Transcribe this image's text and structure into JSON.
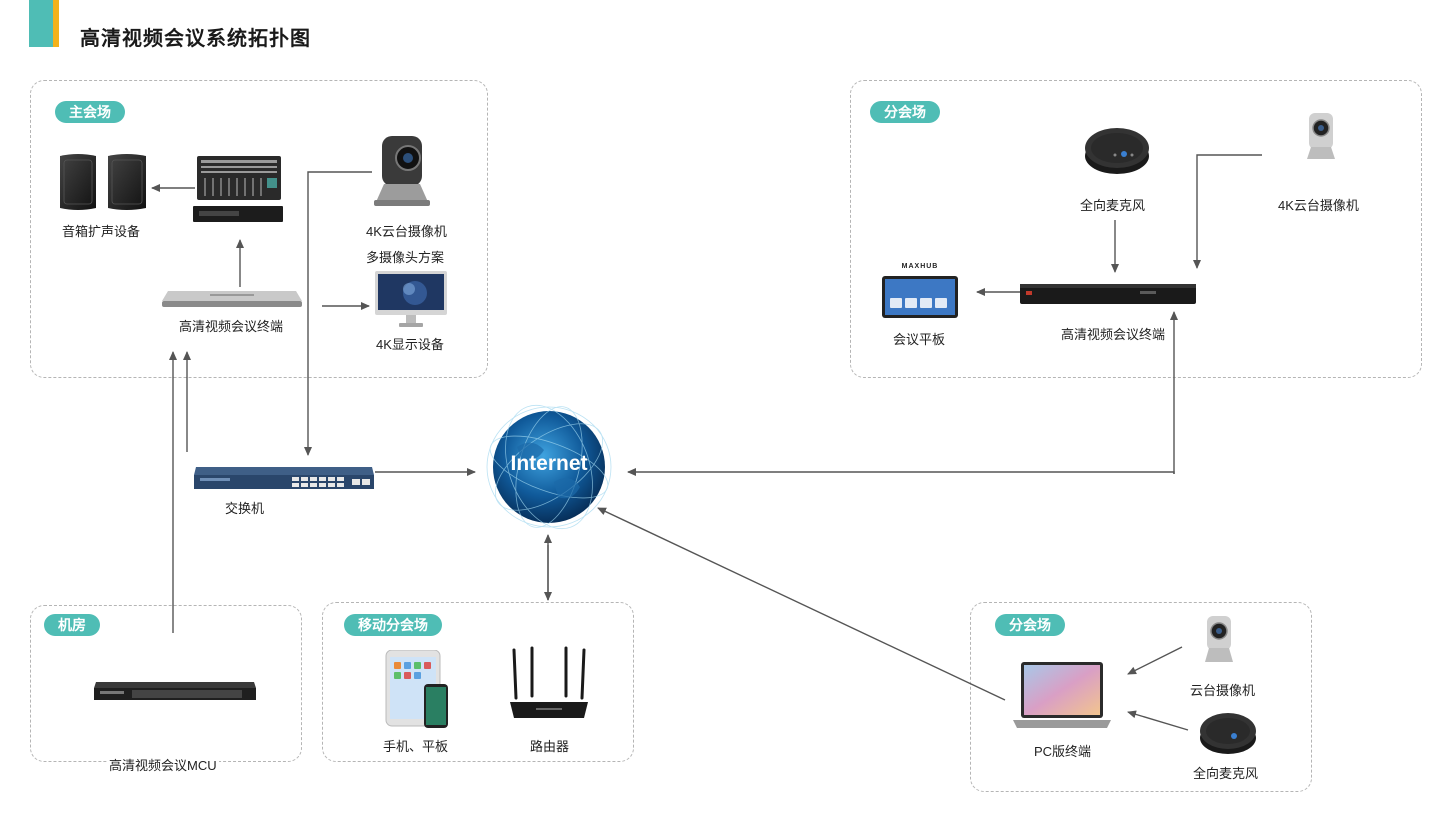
{
  "title": "高清视频会议系统拓扑图",
  "zones": {
    "main": {
      "tag": "主会场"
    },
    "branch_top": {
      "tag": "分会场"
    },
    "machine_room": {
      "tag": "机房"
    },
    "mobile": {
      "tag": "移动分会场"
    },
    "branch_bottom": {
      "tag": "分会场"
    }
  },
  "labels": {
    "speakers": "音箱扩声设备",
    "camera_4k": "4K云台摄像机",
    "multi_camera": "多摄像头方案",
    "terminal_main": "高清视频会议终端",
    "display_4k": "4K显示设备",
    "switch": "交换机",
    "internet": "Internet",
    "omni_mic_top": "全向麦克风",
    "camera_4k_top": "4K云台摄像机",
    "meeting_tablet": "会议平板",
    "terminal_branch": "高清视频会议终端",
    "maxhub": "MAXHUB",
    "mcu": "高清视频会议MCU",
    "phone_tablet": "手机、平板",
    "router": "路由器",
    "ptz_camera": "云台摄像机",
    "pc_terminal": "PC版终端",
    "omni_mic_bottom": "全向麦克风"
  },
  "colors": {
    "accent_teal": "#4fbdb5",
    "accent_yellow": "#f3b21b",
    "wire": "#555555",
    "zone_border": "#b5b5b5"
  }
}
